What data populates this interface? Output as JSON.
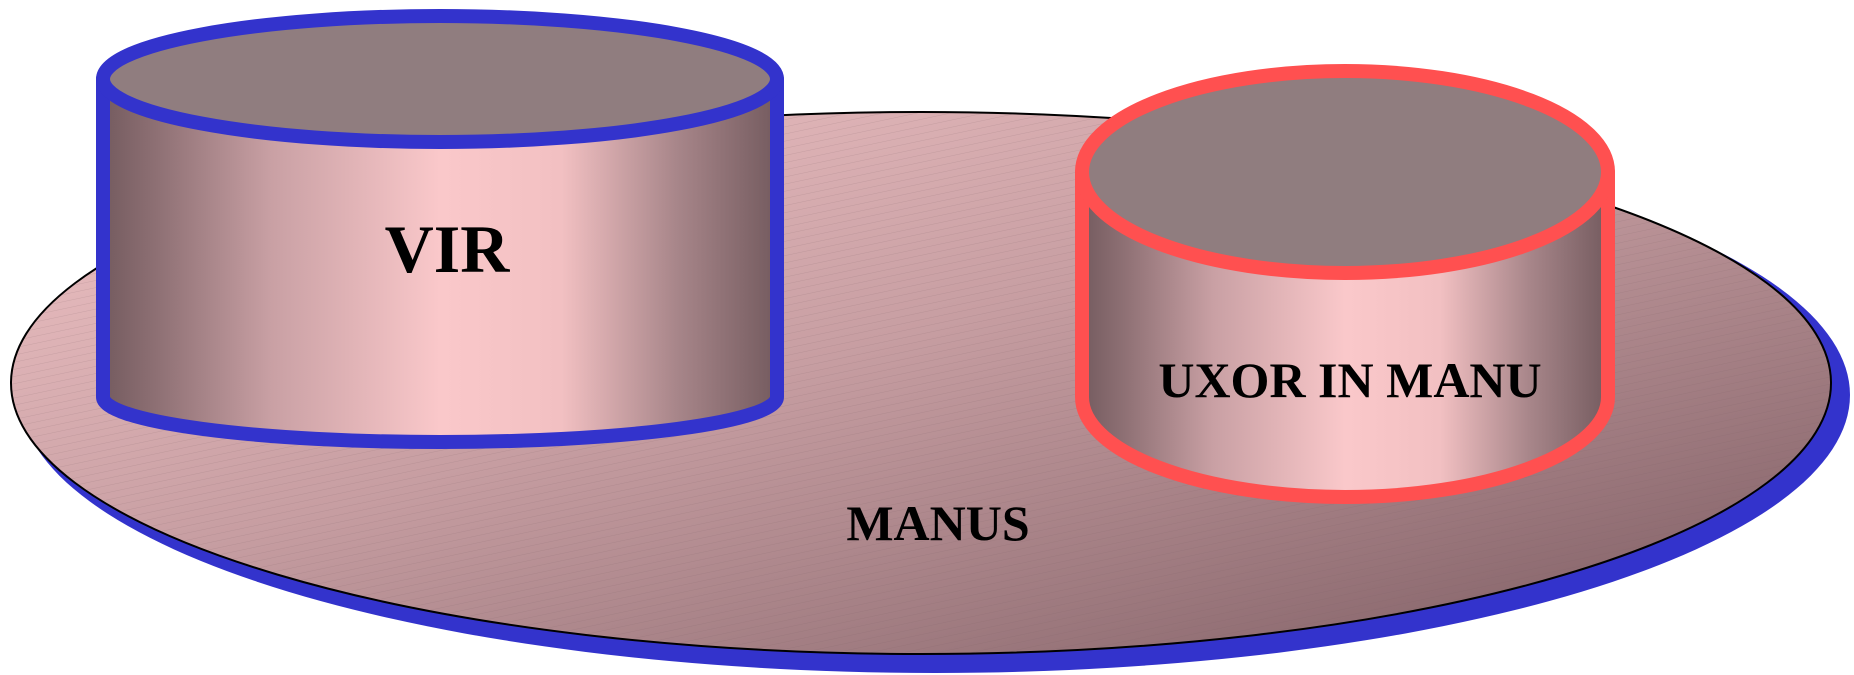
{
  "diagram": {
    "base_label": "MANUS",
    "left_cylinder_label": "VIR",
    "right_cylinder_label": "UXOR IN MANU"
  },
  "colors": {
    "base_shadow": "#3333cc",
    "base_outline": "#000000",
    "base_fill_light": "#f3c6c8",
    "base_fill_dark": "#7a5a60",
    "cylinder_top": "#907d7f",
    "cylinder_side_light": "#fac8ca",
    "cylinder_side_dark": "#745b5f",
    "left_cylinder_border": "#3333cc",
    "right_cylinder_border": "#ff5050"
  },
  "icons": {
    "base": "ellipse-disc",
    "left_cylinder": "cylinder",
    "right_cylinder": "cylinder"
  }
}
